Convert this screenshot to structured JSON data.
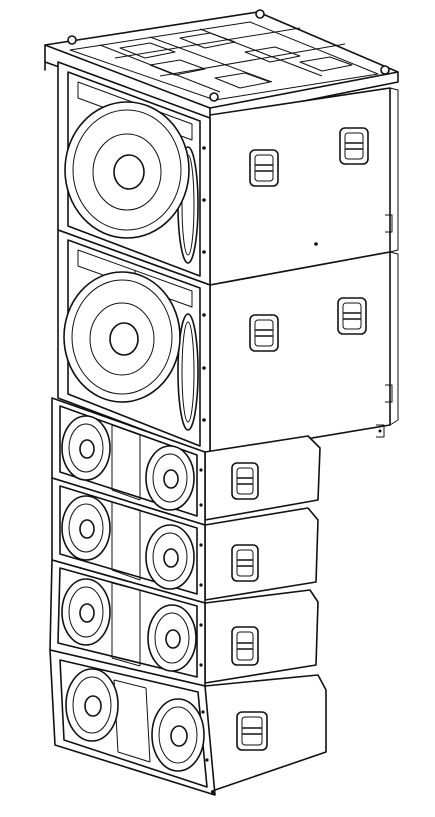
{
  "image": {
    "subject": "",
    "background_color": "#ffffff",
    "line_color": "#111111"
  },
  "array": {
    "rigging_frame_count": 1,
    "subwoofer_count": 2,
    "line_module_count": 4,
    "handles_per_subwoofer": 2,
    "handles_per_line_module": 1,
    "woofers_per_subwoofer": 1,
    "woofers_per_line_module": 2
  }
}
